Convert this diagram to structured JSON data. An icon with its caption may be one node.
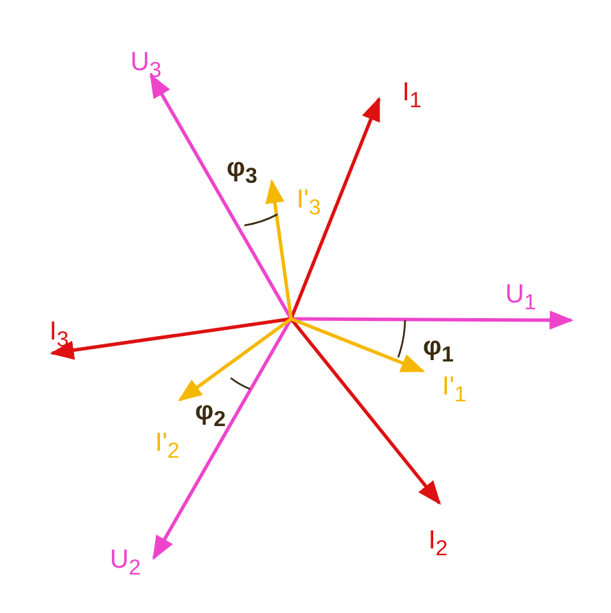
{
  "diagram": {
    "labels": [
      "U$_{3}$",
      "I$_{1}$",
      "φ$_{3}$",
      "I'$_{3}$",
      "U$_{1}$",
      "I$_{3}$",
      "φ$_{1}$",
      "I'$_{1}$",
      "φ$_{2}$",
      "I'$_{2}$",
      "U$_{2}$",
      "I$_{2}$"
    ]
  }
}
